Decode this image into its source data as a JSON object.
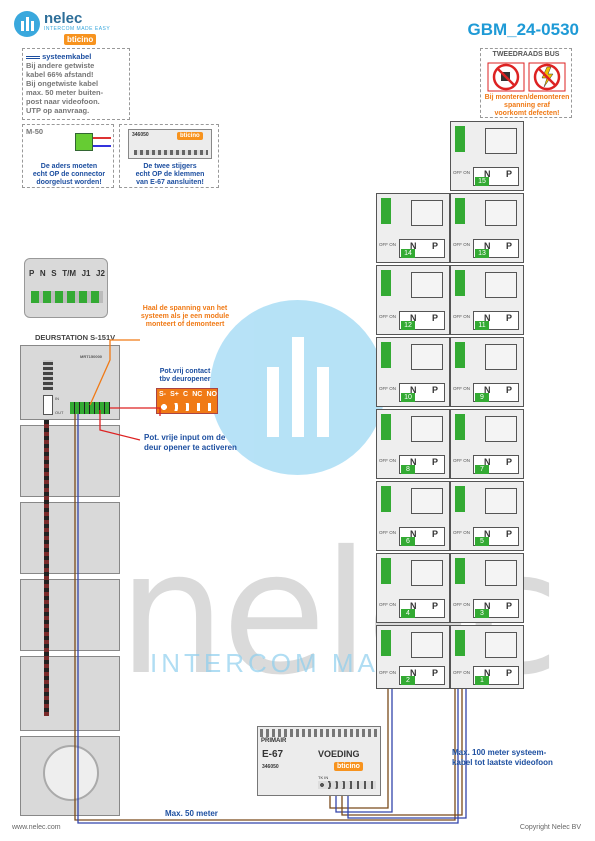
{
  "header": {
    "brand": "nelec",
    "brand_sub": "INTERCOM MADE EASY",
    "bticino": "bticino",
    "title": "GBM_24-0530"
  },
  "cable_note": {
    "label": "systeemkabel",
    "lines": [
      "Bij andere getwiste",
      "kabel 66% afstand!",
      "Bij ongetwiste kabel",
      "max. 50 meter buiten-",
      "post naar videofoon.",
      "UTP op aanvraag."
    ]
  },
  "warning": {
    "title": "TWEEDRAADS BUS",
    "text": [
      "Bij monteren/demonteren",
      "spanning eraf",
      "voorkomt defecten!"
    ]
  },
  "m50": {
    "label": "M-50",
    "caption": [
      "De aders moeten",
      "echt OP de connector",
      "doorgelust worden!"
    ]
  },
  "e67_box": {
    "code": "346050",
    "brand": "bticino",
    "caption": [
      "De twee stijgers",
      "echt OP de klemmen",
      "van E-67 aansluiten!"
    ]
  },
  "door_terminals": [
    "P",
    "N",
    "S",
    "T/M",
    "J1",
    "J2"
  ],
  "station": {
    "label": "DEURSTATION S-151V",
    "module_code": "MRT150000",
    "in": "IN",
    "out": "OUT"
  },
  "orange_note": [
    "Haal de spanning van het",
    "systeem als je een module",
    "monteert of demonteert"
  ],
  "pot_contact": {
    "label": [
      "Pot.vrij contact",
      "tbv deuropener"
    ],
    "terminals": [
      "S-",
      "S+",
      "C",
      "NC",
      "NO"
    ]
  },
  "pot_input": [
    "Pot. vrije input om de",
    "deur opener te activeren"
  ],
  "watermark": {
    "text": "nelec",
    "sub": "INTERCOM MADE"
  },
  "apartments": {
    "left": [
      "14",
      "12",
      "10",
      "8",
      "6",
      "4",
      "2"
    ],
    "right": [
      "15",
      "13",
      "11",
      "9",
      "7",
      "5",
      "3",
      "1"
    ],
    "n": "N",
    "p": "P",
    "offon": "OFF ON"
  },
  "e67": {
    "primair": "PRIMAIR",
    "name": "E-67",
    "voeding": "VOEDING",
    "code": "346050",
    "brand": "bticino",
    "bottom": "TK IN"
  },
  "distance_note": [
    "Max. 100 meter systeem-",
    "kabel tot laatste videofoon"
  ],
  "max50": "Max. 50 meter",
  "footer": {
    "left": "www.nelec.com",
    "right": "Copyright Nelec BV"
  }
}
